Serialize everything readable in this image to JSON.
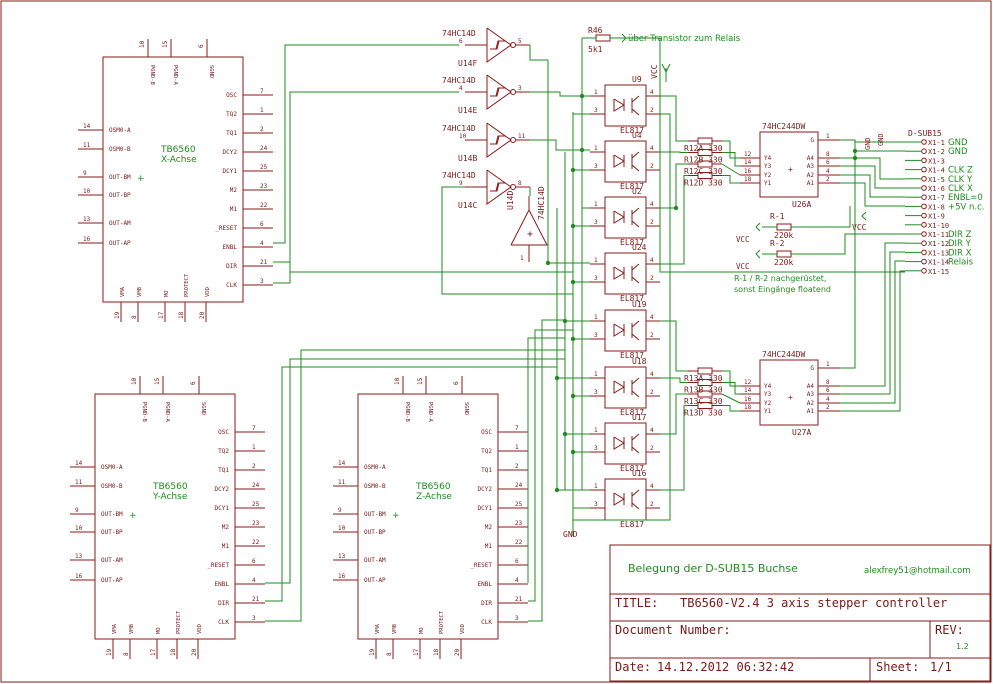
{
  "schematic": {
    "drivers": [
      {
        "axis_label": "X-Achse"
      },
      {
        "axis_label": "Y-Achse"
      },
      {
        "axis_label": "Z-Achse"
      }
    ],
    "driver_part": "TB6560",
    "driver_left_pins": [
      {
        "num": "14",
        "name": "OSM0-A"
      },
      {
        "num": "11",
        "name": "OSM0-B"
      },
      {
        "num": "9",
        "name": "OUT-BM"
      },
      {
        "num": "10",
        "name": "OUT-BP"
      },
      {
        "num": "13",
        "name": "OUT-AM"
      },
      {
        "num": "16",
        "name": "OUT-AP"
      }
    ],
    "driver_right_pins": [
      {
        "num": "7",
        "name": "OSC"
      },
      {
        "num": "1",
        "name": "TQ2"
      },
      {
        "num": "2",
        "name": "TQ1"
      },
      {
        "num": "24",
        "name": "DCY2"
      },
      {
        "num": "25",
        "name": "DCY1"
      },
      {
        "num": "23",
        "name": "M2"
      },
      {
        "num": "22",
        "name": "M1"
      },
      {
        "num": "6",
        "name": "_RESET"
      },
      {
        "num": "4",
        "name": "ENBL"
      },
      {
        "num": "21",
        "name": "DIR"
      },
      {
        "num": "3",
        "name": "CLK"
      }
    ],
    "driver_top_pins": [
      {
        "num": "10",
        "name": "PGND-B"
      },
      {
        "num": "15",
        "name": "PGND-A"
      },
      {
        "num": "6",
        "name": "SGND"
      }
    ],
    "driver_bottom_pins": [
      {
        "num": "19",
        "name": "VMA"
      },
      {
        "num": "8",
        "name": "VMB"
      },
      {
        "num": "17",
        "name": "MO"
      },
      {
        "num": "18",
        "name": "PROTECT"
      },
      {
        "num": "20",
        "name": "VDD"
      }
    ],
    "inverters": [
      {
        "part": "74HC14D",
        "ref": "U14F",
        "in_pin": "6",
        "out_pin": "5"
      },
      {
        "part": "74HC14D",
        "ref": "U14E",
        "in_pin": "4",
        "out_pin": "3"
      },
      {
        "part": "74HC14D",
        "ref": "U14B",
        "in_pin": "10",
        "out_pin": "11"
      },
      {
        "part": "74HC14D",
        "ref": "U14C",
        "in_pin": "9",
        "out_pin": "8"
      }
    ],
    "inverter_power": {
      "ref": "U14D",
      "part": "74HC14D",
      "pin": "1"
    },
    "resistor_r46": {
      "ref": "R46",
      "value": "5k1",
      "note": "über Transistor zum Relais"
    },
    "vcc_label": "VCC",
    "gnd_label": "GND",
    "optocouplers": [
      {
        "ref": "U9",
        "part": "EL817"
      },
      {
        "ref": "U4",
        "part": "EL817"
      },
      {
        "ref": "U2",
        "part": "EL817"
      },
      {
        "ref": "U24",
        "part": "EL817"
      },
      {
        "ref": "U19",
        "part": "EL817"
      },
      {
        "ref": "U18",
        "part": "EL817"
      },
      {
        "ref": "U17",
        "part": "EL817"
      },
      {
        "ref": "U16",
        "part": "EL817"
      }
    ],
    "opto_pins": [
      "1",
      "2",
      "3",
      "4"
    ],
    "resistor_arrays": [
      {
        "ref": "R12A",
        "value": "330"
      },
      {
        "ref": "R12B",
        "value": "330"
      },
      {
        "ref": "R12C",
        "value": "330"
      },
      {
        "ref": "R12D",
        "value": "330"
      },
      {
        "ref": "R13A",
        "value": "330"
      },
      {
        "ref": "R13B",
        "value": "330"
      },
      {
        "ref": "R13C",
        "value": "330"
      },
      {
        "ref": "R13D",
        "value": "330"
      }
    ],
    "buffers": [
      {
        "part": "74HC244DW",
        "ref": "U26A"
      },
      {
        "part": "74HC244DW",
        "ref": "U27A"
      }
    ],
    "buffer_left_pins": [
      {
        "num": "12",
        "name": "Y4"
      },
      {
        "num": "14",
        "name": "Y3"
      },
      {
        "num": "16",
        "name": "Y2"
      },
      {
        "num": "18",
        "name": "Y1"
      }
    ],
    "buffer_right_pins": [
      {
        "num": "1",
        "name": "G"
      },
      {
        "num": "8",
        "name": "A4"
      },
      {
        "num": "6",
        "name": "A3"
      },
      {
        "num": "4",
        "name": "A2"
      },
      {
        "num": "2",
        "name": "A1"
      }
    ],
    "pullups": [
      {
        "ref": "R-1",
        "value": "220k"
      },
      {
        "ref": "R-2",
        "value": "220k"
      }
    ],
    "pullup_note_line1": "R-1 / R-2 nachgerüstet,",
    "pullup_note_line2": "sonst Eingänge floatend",
    "connector": {
      "title": "D-SUB15",
      "part": "D-SUB15"
    },
    "connector_pins": [
      {
        "pin": "X1-1",
        "signal": "GND"
      },
      {
        "pin": "X1-2",
        "signal": "GND"
      },
      {
        "pin": "X1-3",
        "signal": ""
      },
      {
        "pin": "X1-4",
        "signal": "CLK Z"
      },
      {
        "pin": "X1-5",
        "signal": "CLK Y"
      },
      {
        "pin": "X1-6",
        "signal": "CLK X"
      },
      {
        "pin": "X1-7",
        "signal": "ENBL=0"
      },
      {
        "pin": "X1-8",
        "signal": "+5V n.c."
      },
      {
        "pin": "X1-9",
        "signal": ""
      },
      {
        "pin": "X1-10",
        "signal": ""
      },
      {
        "pin": "X1-11",
        "signal": "DIR Z"
      },
      {
        "pin": "X1-12",
        "signal": "DIR Y"
      },
      {
        "pin": "X1-13",
        "signal": "DIR X"
      },
      {
        "pin": "X1-14",
        "signal": "Relais"
      },
      {
        "pin": "X1-15",
        "signal": ""
      }
    ]
  },
  "title_block": {
    "heading": "Belegung der D-SUB15 Buchse",
    "email": "alexfrey51@hotmail.com",
    "title_label": "TITLE:",
    "title_value": "TB6560-V2.4 3 axis stepper controller",
    "doc_number_label": "Document Number:",
    "rev_label": "REV:",
    "rev_value": "1.2",
    "date_label": "Date:",
    "date_value": "14.12.2012 06:32:42",
    "sheet_label": "Sheet:",
    "sheet_value": "1/1"
  }
}
